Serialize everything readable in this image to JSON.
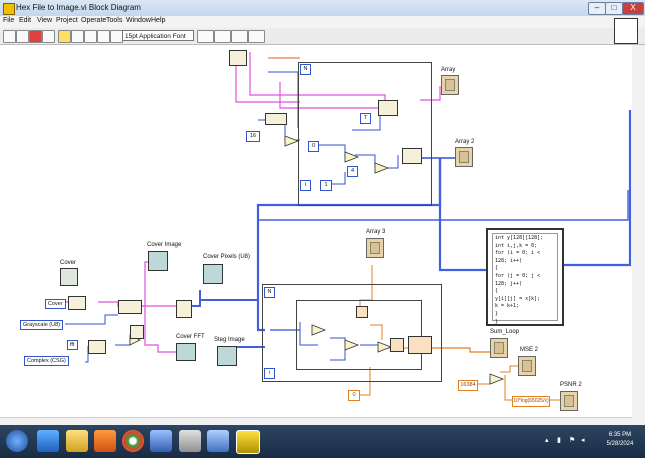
{
  "window": {
    "title": "Hex File to Image.vi Block Diagram",
    "min_label": "–",
    "max_label": "□",
    "close_label": "X"
  },
  "menu": [
    "File",
    "Edit",
    "View",
    "Project",
    "Operate",
    "Tools",
    "Window",
    "Help"
  ],
  "toolbar": {
    "font_selector": "15pt Application Font"
  },
  "diagram": {
    "labels": {
      "array": "Array",
      "array2": "Array 2",
      "array3": "Array 3",
      "cover": "Cover",
      "cover_image": "Cover Image",
      "cover_pixels": "Cover Pixels (U8)",
      "cover_fft": "Cover FFT",
      "steg_image": "Steg Image",
      "sum_loop": "Sum_Loop",
      "mse2": "MSE 2",
      "psnr2": "PSNR 2",
      "cover_ctrl": "Cover",
      "grayscale": "Grayscale (U8)",
      "complex": "Complex (CSG)",
      "const_16384": "16384",
      "const_0": "0",
      "formula": "10*log(65025/x)"
    },
    "code": [
      "int y[128][128];",
      "int i,j,k = 0;",
      "for (i = 0; i < 128; i++)",
      "{",
      "for (j = 0; j < 128; j++)",
      "{",
      "y[i][j] = x[k];",
      "k = k+1;",
      "}",
      "}"
    ]
  },
  "taskbar": {
    "time": "6:35 PM",
    "date": "5/28/2024"
  }
}
